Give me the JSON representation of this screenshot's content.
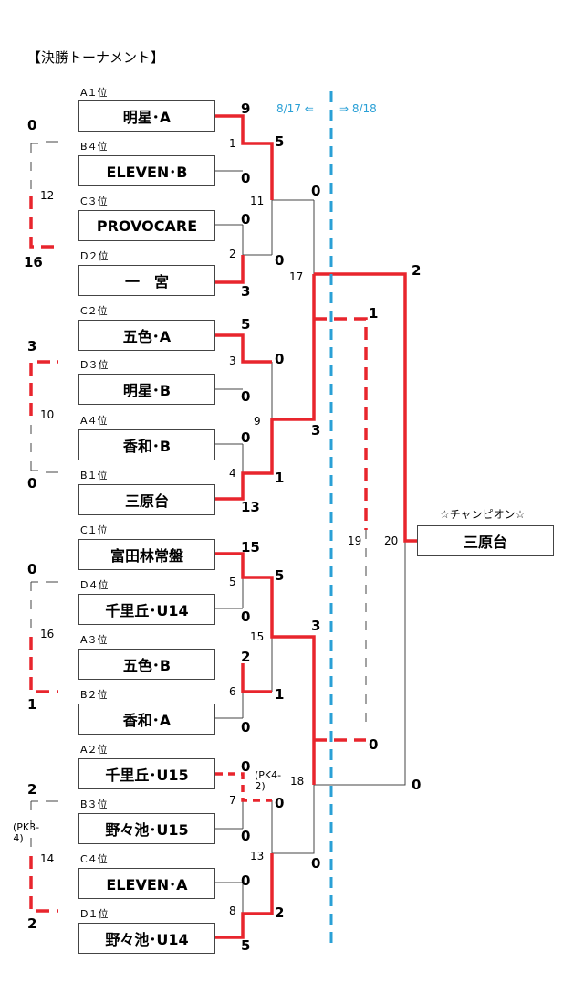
{
  "title": "【決勝トーナメント】",
  "day_labels": {
    "left": "8/17 ⇐",
    "right": "⇒ 8/18"
  },
  "champion": {
    "label": "☆チャンピオン☆",
    "team": "三原台"
  },
  "teams": [
    {
      "seed": "A１位",
      "name": "明星･A"
    },
    {
      "seed": "B４位",
      "name": "ELEVEN･B"
    },
    {
      "seed": "C３位",
      "name": "PROVOCARE"
    },
    {
      "seed": "D２位",
      "name": "一　宮"
    },
    {
      "seed": "C２位",
      "name": "五色･A"
    },
    {
      "seed": "D３位",
      "name": "明星･B"
    },
    {
      "seed": "A４位",
      "name": "香和･B"
    },
    {
      "seed": "B１位",
      "name": "三原台"
    },
    {
      "seed": "C１位",
      "name": "富田林常盤"
    },
    {
      "seed": "D４位",
      "name": "千里丘･U14"
    },
    {
      "seed": "A３位",
      "name": "五色･B"
    },
    {
      "seed": "B２位",
      "name": "香和･A"
    },
    {
      "seed": "A２位",
      "name": "千里丘･U15"
    },
    {
      "seed": "B３位",
      "name": "野々池･U15"
    },
    {
      "seed": "C４位",
      "name": "ELEVEN･A"
    },
    {
      "seed": "D１位",
      "name": "野々池･U14"
    }
  ],
  "match_numbers": {
    "m1": "1",
    "m2": "2",
    "m3": "3",
    "m4": "4",
    "m5": "5",
    "m6": "6",
    "m7": "7",
    "m8": "8",
    "m9": "9",
    "m10": "10",
    "m11": "11",
    "m12": "12",
    "m13": "13",
    "m14": "14",
    "m15": "15",
    "m16": "16",
    "m17": "17",
    "m18": "18",
    "m19": "19",
    "m20": "20"
  },
  "scores": {
    "r1": [
      "9",
      "0",
      "0",
      "3",
      "5",
      "0",
      "0",
      "13",
      "15",
      "0",
      "2",
      "0",
      "0",
      "0",
      "0",
      "5"
    ],
    "qf": [
      "5",
      "0",
      "0",
      "1",
      "5",
      "1",
      "0",
      "2"
    ],
    "sf": [
      "0",
      "3",
      "3",
      "0"
    ],
    "final": [
      "2",
      "0"
    ],
    "third": [
      "1",
      "0"
    ],
    "consolation": [
      "0",
      "16",
      "3",
      "0",
      "0",
      "1",
      "2",
      "2"
    ]
  },
  "pk_notes": {
    "m7": "(PK4-2)",
    "m14": "(PK3-4)"
  },
  "colors": {
    "winner": "#e8252d",
    "line": "#444444",
    "date_divider": "#2aa0d6"
  }
}
